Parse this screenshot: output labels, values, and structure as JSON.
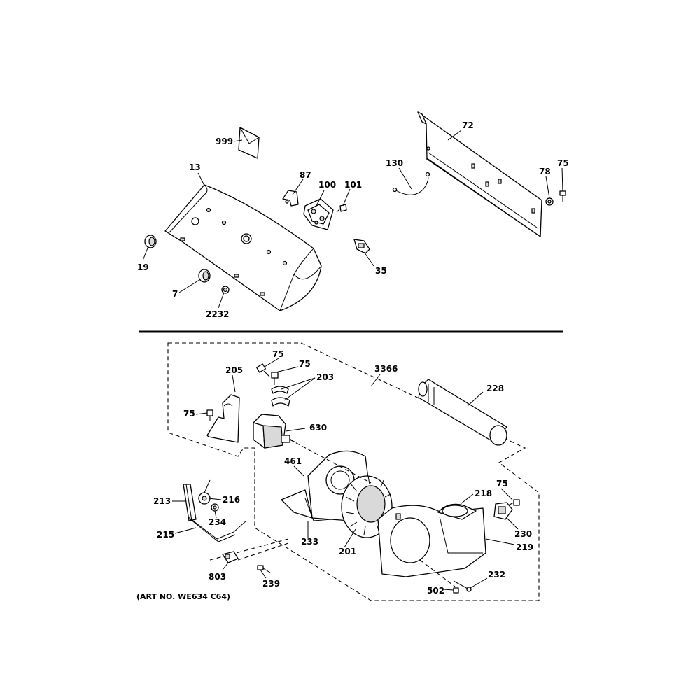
{
  "art_number": "(ART NO. WE634 C64)",
  "labels": {
    "p999": "999",
    "p13": "13",
    "p87": "87",
    "p100": "100",
    "p101": "101",
    "p72": "72",
    "p130": "130",
    "p78": "78",
    "p75_top": "75",
    "p19": "19",
    "p35": "35",
    "p7": "7",
    "p2232": "2232",
    "p75_a": "75",
    "p75_b": "75",
    "p205": "205",
    "p203": "203",
    "p3366": "3366",
    "p228": "228",
    "p75_c": "75",
    "p630": "630",
    "p461": "461",
    "p213": "213",
    "p216": "216",
    "p234": "234",
    "p215": "215",
    "p218": "218",
    "p75_d": "75",
    "p230": "230",
    "p219": "219",
    "p233": "233",
    "p201": "201",
    "p803": "803",
    "p239": "239",
    "p232": "232",
    "p502": "502"
  }
}
